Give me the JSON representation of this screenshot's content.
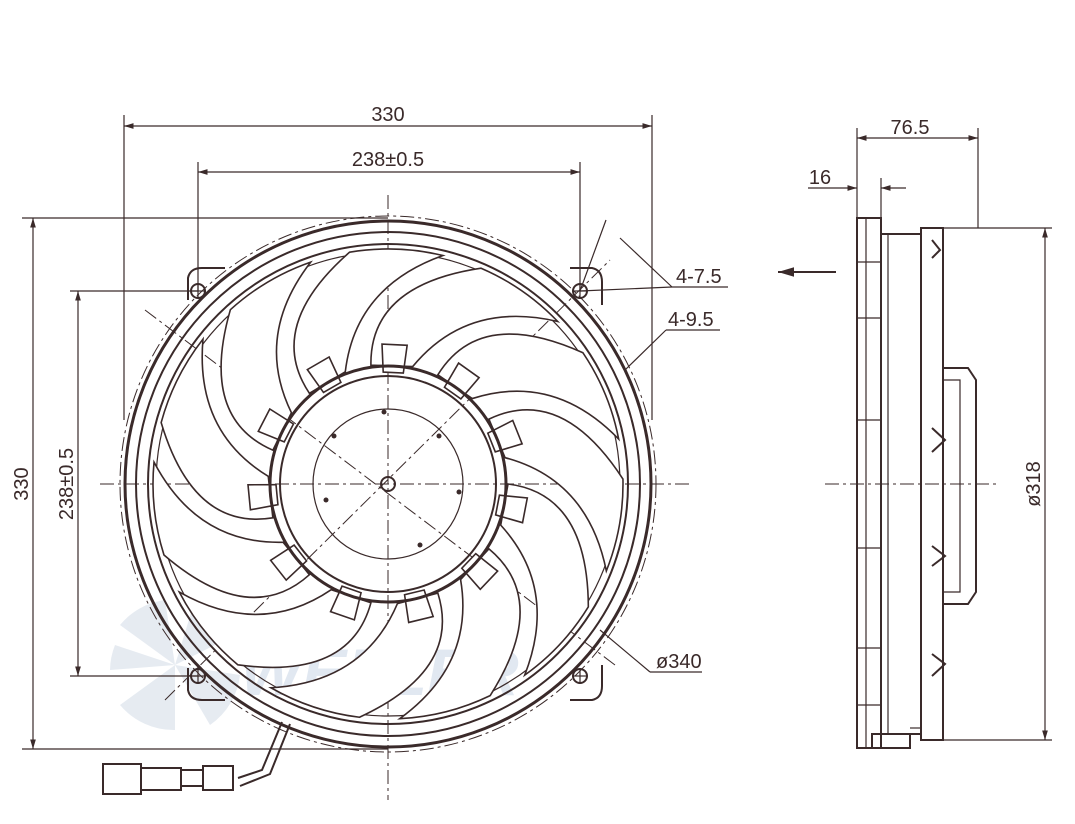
{
  "dimensions": {
    "front_width": "330",
    "front_hole_spacing_h": "238±0.5",
    "front_height": "330",
    "front_hole_spacing_v": "238±0.5",
    "hole_small": "4-7.5",
    "hole_large": "4-9.5",
    "outer_diameter": "ø340",
    "side_depth": "76.5",
    "side_flange": "16",
    "side_diameter": "ø318"
  },
  "watermark": "WELLER",
  "colors": {
    "line": "#3a2a2a",
    "watermark": "#c9d6e6"
  }
}
